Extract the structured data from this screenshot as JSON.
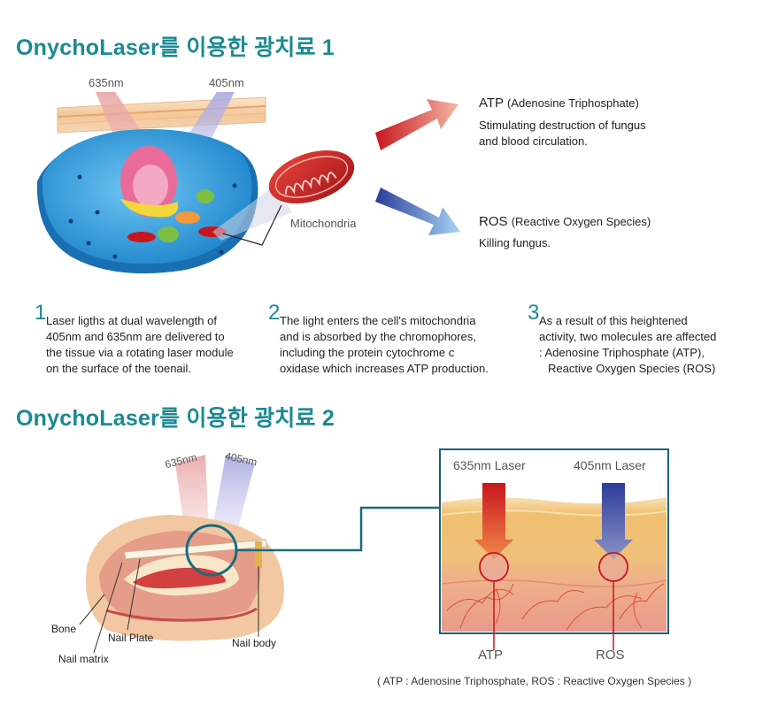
{
  "section1": {
    "title": "OnychoLaser를 이용한 광치료 1",
    "wavelength_red": "635nm",
    "wavelength_blue": "405nm",
    "mito_label": "Mitochondria",
    "atp": {
      "head": "ATP",
      "head_paren": "(Adenosine Triphosphate)",
      "line1": "Stimulating destruction of fungus",
      "line2": "and blood circulation."
    },
    "ros": {
      "head": "ROS",
      "head_paren": "(Reactive Oxygen Species)",
      "line1": "Killing fungus."
    },
    "steps": [
      {
        "num": "1",
        "lines": [
          "Laser ligths at dual wavelength of",
          "405nm and 635nm are delivered to",
          "the tissue via a rotating laser module",
          "on the surface of the toenail."
        ]
      },
      {
        "num": "2",
        "lines": [
          "The light enters the cell's mitochondria",
          "and is absorbed by the chromophores,",
          "including the protein cytochrome c",
          "oxidase which increases ATP production."
        ]
      },
      {
        "num": "3",
        "lines": [
          "As a result of this heightened",
          "activity, two molecules are affected",
          ": Adenosine Triphosphate (ATP),",
          "Reactive Oxygen Species (ROS)"
        ]
      }
    ]
  },
  "section2": {
    "title": "OnychoLaser를 이용한 광치료 2",
    "wavelength_red": "635nm",
    "wavelength_blue": "405nm",
    "labels": {
      "bone": "Bone",
      "nail_plate": "Nail Plate",
      "nail_matrix": "Nail matrix",
      "nail_body": "Nail body"
    },
    "box": {
      "laser_red": "635nm Laser",
      "laser_blue": "405nm Laser",
      "atp": "ATP",
      "ros": "ROS"
    },
    "footnote": "( ATP : Adenosine Triphosphate,  ROS : Reactive Oxygen Species )"
  },
  "colors": {
    "teal": "#1a8a92",
    "red": "#c8161d",
    "blue": "#2b3d9a",
    "light_blue": "#8fc3ea"
  }
}
